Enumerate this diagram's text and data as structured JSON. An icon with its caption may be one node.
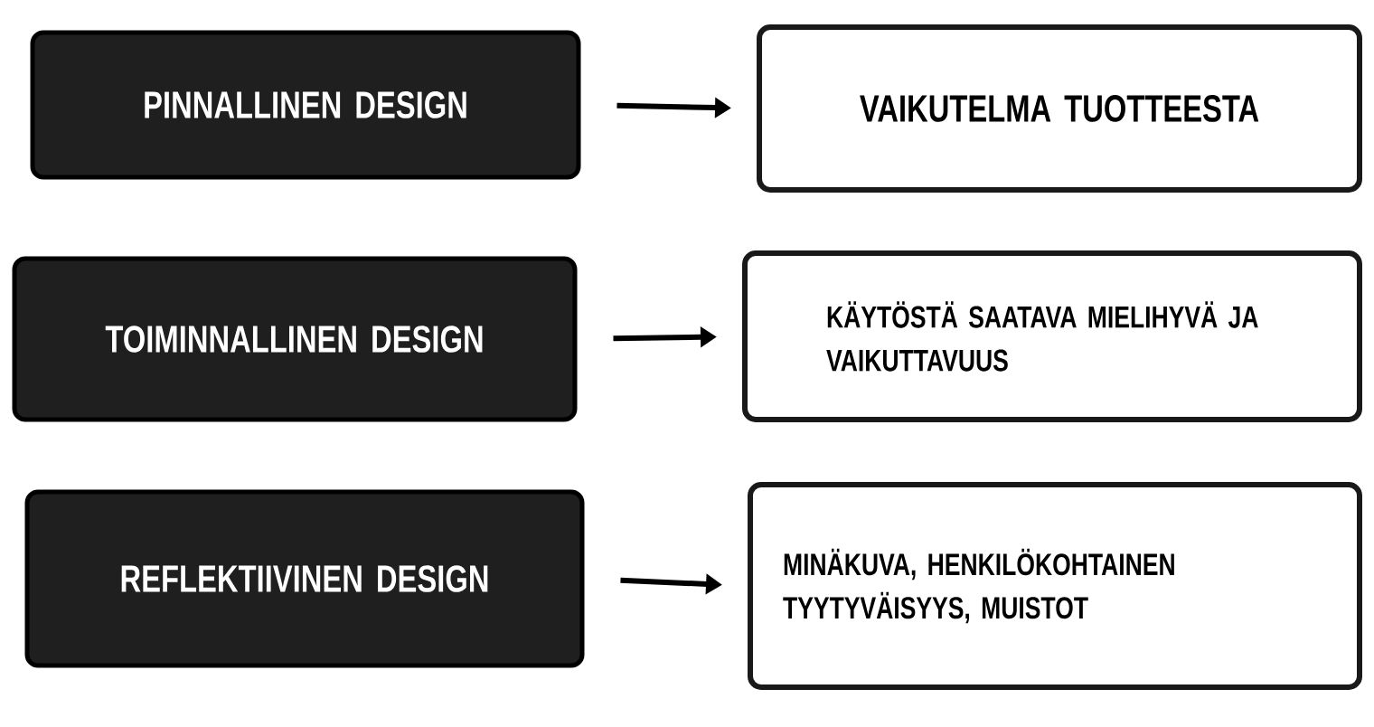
{
  "diagram": {
    "nodes": [
      {
        "text": [
          "PINNALLINEN DESIGN"
        ]
      },
      {
        "text": [
          "TOIMINNALLINEN DESIGN"
        ]
      },
      {
        "text": [
          "REFLEKTIIVINEN DESIGN"
        ]
      },
      {
        "text": [
          "VAIKUTELMA TUOTTEESTA"
        ]
      },
      {
        "text": [
          "KÄYTÖSTÄ SAATAVA MIELIHYVÄ JA VAIKUTTAVUUS"
        ]
      },
      {
        "text": [
          "MINÄKUVA, HENKILÖKOHTAINEN TYYTYVÄISYYS, MUISTOT"
        ]
      }
    ],
    "edges": [
      {
        "from": 0,
        "to": 3,
        "arrow": "to"
      },
      {
        "from": 1,
        "to": 4,
        "arrow": "to"
      },
      {
        "from": 2,
        "to": 5,
        "arrow": "to"
      }
    ]
  }
}
